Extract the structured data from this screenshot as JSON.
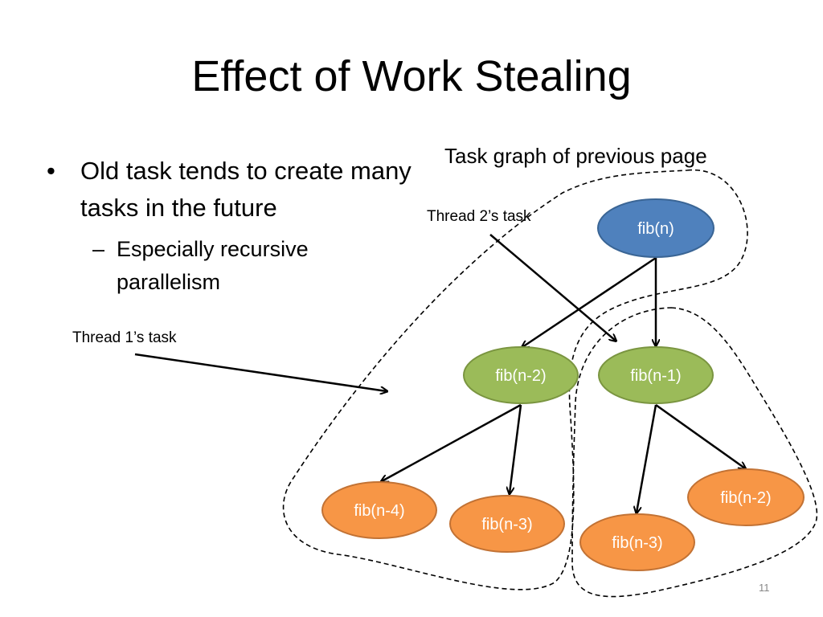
{
  "slide": {
    "title": "Effect of Work Stealing",
    "bullet": "Old task tends to create many tasks in the future",
    "bullet_marker": "•",
    "sub_bullet": "Especially recursive parallelism",
    "sub_marker": "–",
    "page_number": "11"
  },
  "diagram": {
    "title": "Task graph of previous page",
    "thread2_label": "Thread 2’s task",
    "thread1_label": "Thread 1’s task",
    "colors": {
      "root": "#4f81bd",
      "level1": "#9bbb59",
      "level2": "#f79646"
    },
    "nodes": {
      "n_root": "fib(n)",
      "n_a": "fib(n-2)",
      "n_b": "fib(n-1)",
      "n_a1": "fib(n-4)",
      "n_a2": "fib(n-3)",
      "n_b1": "fib(n-3)",
      "n_b2": "fib(n-2)"
    }
  }
}
